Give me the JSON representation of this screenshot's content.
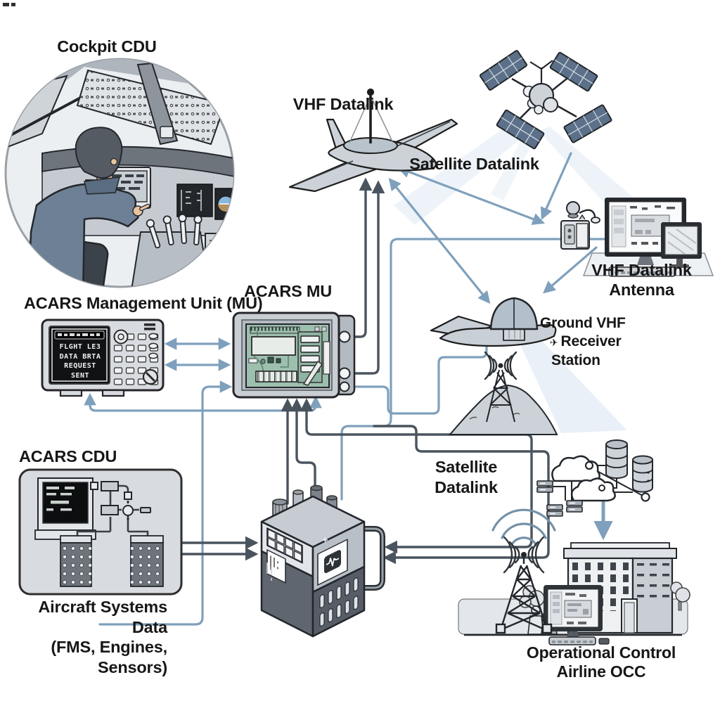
{
  "diagram": {
    "labels": {
      "cockpit_cdu": "Cockpit CDU",
      "vhf_datalink": "VHF Datalink",
      "satellite_datalink_top": "Satellite Datalink",
      "vhf_antenna_line1": "VHF Datalink",
      "vhf_antenna_line2": "Antenna",
      "acars_mu_long": "ACARS Management Unit (MU)",
      "acars_mu_short": "ACARS MU",
      "ground_vhf_line1": "Ground VHF",
      "ground_vhf_line2": "Receiver",
      "ground_vhf_line3": "Station",
      "acars_cdu": "ACARS CDU",
      "aircraft_systems_line1": "Aircraft Systems Data",
      "aircraft_systems_line2": "(FMS, Engines,",
      "aircraft_systems_line3": "Sensors)",
      "satellite_datalink_bottom_line1": "Satellite",
      "satellite_datalink_bottom_line2": "Datalink",
      "occ_line1": "Operational Control",
      "occ_line2": "Airline OCC"
    },
    "mu_display": {
      "lines": [
        "FLGHT LE3",
        "DATA BRTA",
        "REQUEST",
        "SENT"
      ]
    },
    "icons": {
      "aircraft": "✈"
    },
    "colors": {
      "arrow_blue": "#7fa0bc",
      "arrow_dark": "#4a545e",
      "beam": "#d3e2f0",
      "pcb_green": "#9dbfae",
      "display_bg": "#101214",
      "display_text": "#f0f0f0"
    }
  }
}
